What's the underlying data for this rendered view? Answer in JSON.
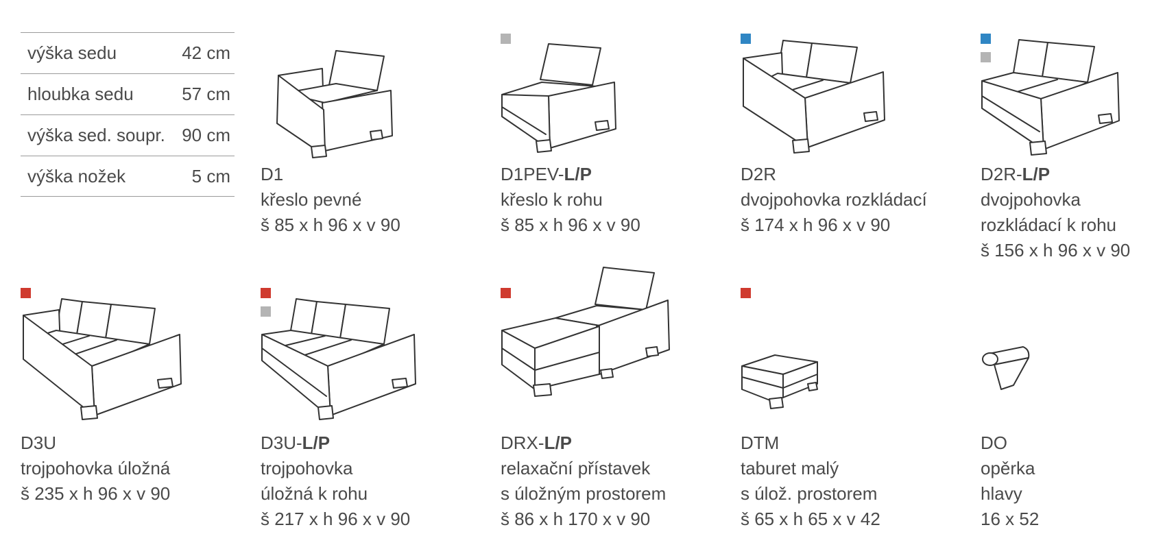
{
  "colors": {
    "grey": "#b4b4b4",
    "blue": "#2f86c4",
    "red": "#cf3a2e"
  },
  "specs": [
    {
      "label": "výška sedu",
      "value": "42 cm"
    },
    {
      "label": "hloubka sedu",
      "value": "57 cm"
    },
    {
      "label": "výška sed. soupr.",
      "value": "90 cm"
    },
    {
      "label": "výška nožek",
      "value": "5 cm"
    }
  ],
  "items": [
    {
      "code": "D1",
      "suffix": "",
      "lines": [
        "křeslo pevné",
        "š 85 x h 96 x v 90"
      ],
      "markers": []
    },
    {
      "code": "D1PEV-",
      "suffix": "L/P",
      "lines": [
        "křeslo k rohu",
        "š 85 x h 96 x v 90"
      ],
      "markers": [
        "grey"
      ]
    },
    {
      "code": "D2R",
      "suffix": "",
      "lines": [
        "dvojpohovka rozkládací",
        "š 174 x h 96 x v 90"
      ],
      "markers": [
        "blue"
      ]
    },
    {
      "code": "D2R-",
      "suffix": "L/P",
      "lines": [
        "dvojpohovka",
        "rozkládací k rohu",
        "š 156 x h 96 x v 90"
      ],
      "markers": [
        "blue",
        "grey"
      ]
    },
    {
      "code": "D3U",
      "suffix": "",
      "lines": [
        "trojpohovka úložná",
        "š 235 x h 96 x v 90"
      ],
      "markers": [
        "red"
      ]
    },
    {
      "code": "D3U-",
      "suffix": "L/P",
      "lines": [
        "trojpohovka",
        "úložná k rohu",
        "š 217 x h 96 x v 90"
      ],
      "markers": [
        "red",
        "grey"
      ]
    },
    {
      "code": "DRX-",
      "suffix": "L/P",
      "lines": [
        "relaxační přístavek",
        "s úložným prostorem",
        "š 86 x h 170 x v 90"
      ],
      "markers": [
        "red"
      ]
    },
    {
      "code": "DTM",
      "suffix": "",
      "lines": [
        "taburet malý",
        "s úlož. prostorem",
        "š 65 x h 65 x v 42"
      ],
      "markers": [
        "red"
      ]
    },
    {
      "code": "DO",
      "suffix": "",
      "lines": [
        "opěrka",
        "hlavy",
        "16 x 52"
      ],
      "markers": []
    }
  ]
}
